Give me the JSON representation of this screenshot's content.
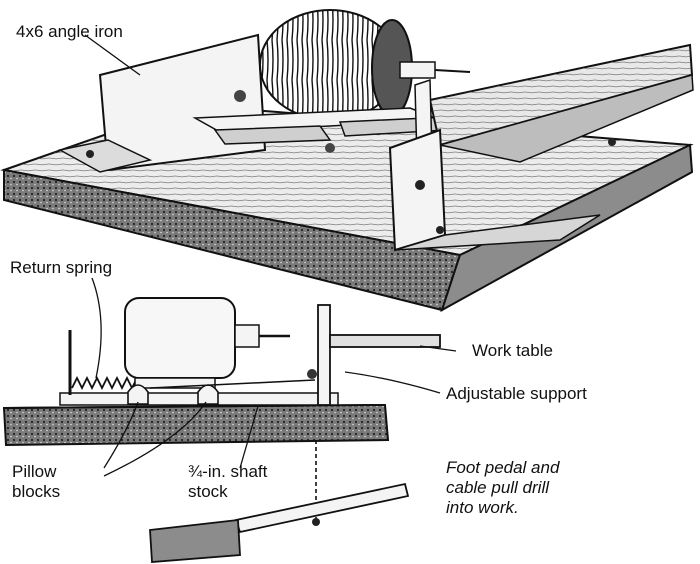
{
  "labels": {
    "angle_iron": "4x6 angle iron",
    "return_spring": "Return spring",
    "work_table": "Work table",
    "adjustable_support": "Adjustable support",
    "pillow_blocks_1": "Pillow",
    "pillow_blocks_2": "blocks",
    "shaft_stock_1": "¾-in. shaft",
    "shaft_stock_2": "stock",
    "foot_pedal_1": "Foot pedal and",
    "foot_pedal_2": "cable pull drill",
    "foot_pedal_3": "into work."
  },
  "colors": {
    "ink": "#111111",
    "wood_light": "#e6e6e6",
    "wood_dark": "#9a9a9a",
    "metal": "#f4f4f4"
  }
}
